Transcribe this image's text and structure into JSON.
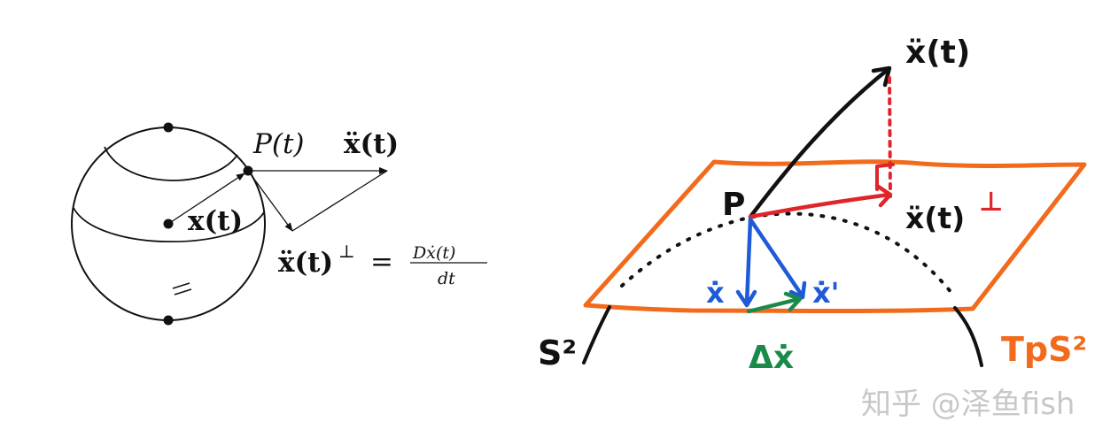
{
  "left_figure": {
    "label_point": "P(t)",
    "label_accel": "ẍ(t)",
    "label_position": "x(t)",
    "label_perp_lhs": "ẍ(t)",
    "label_perp_sup": "⊥",
    "label_eq": "=",
    "label_frac_num": "Dẋ(t)",
    "label_frac_den": "dt"
  },
  "right_figure": {
    "label_accel": "ẍ(t)",
    "label_point": "P",
    "label_perp": "ẍ(t)",
    "label_perp_sup": "⊥",
    "label_v1": "ẋ",
    "label_v2": "ẋ'",
    "label_dv": "Δẋ",
    "label_sphere": "S²",
    "label_tangent": "TpS²",
    "colors": {
      "plane": "#f26b1d",
      "perp": "#e0252a",
      "velocity": "#1f5bd6",
      "delta": "#1a8a4a",
      "ink": "#111111"
    }
  },
  "watermark": "知乎 @泽鱼fish"
}
